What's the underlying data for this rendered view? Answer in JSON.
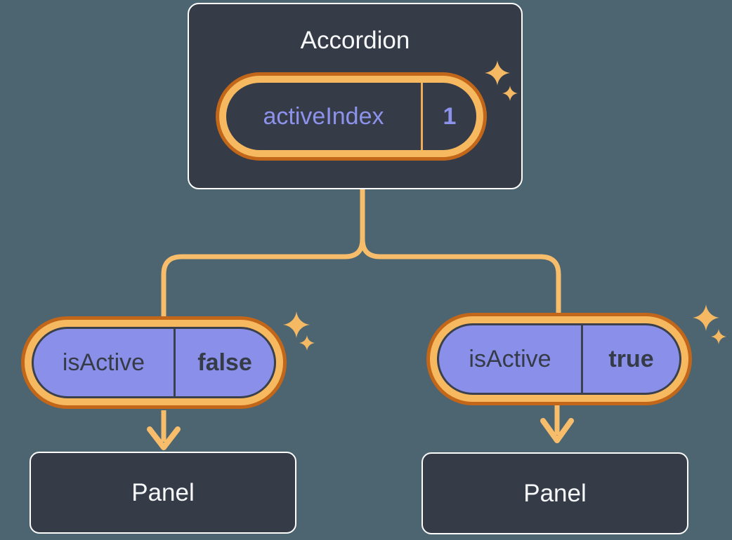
{
  "diagram": {
    "background_color": "#4d6571",
    "node_color": "#353b47",
    "node_border_color": "#fdfdfd",
    "connector_color": "#f8bd6b",
    "highlight_ring_gold": "#f7b95f",
    "highlight_ring_orange": "#c2661a",
    "state_purple": "#8a90ea",
    "sparkle_color": "#f5b963"
  },
  "icons": {
    "sparkle": "four-point-star",
    "arrow": "arrow-down"
  },
  "accordion": {
    "title": "Accordion",
    "state": {
      "name": "activeIndex",
      "value": "1"
    }
  },
  "children": [
    {
      "state": {
        "name": "isActive",
        "value": "false"
      },
      "panel": "Panel"
    },
    {
      "state": {
        "name": "isActive",
        "value": "true"
      },
      "panel": "Panel"
    }
  ]
}
